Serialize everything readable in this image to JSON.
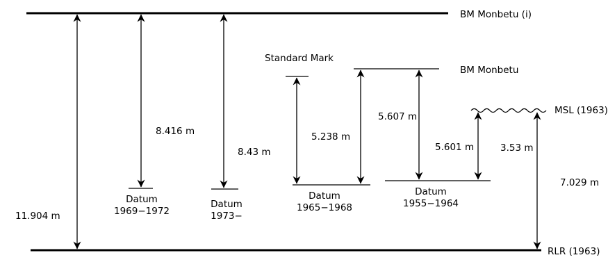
{
  "references": {
    "bm_monbetu_i": "BM Monbetu (i)",
    "bm_monbetu": "BM Monbetu",
    "standard_mark": "Standard Mark",
    "msl": "MSL (1963)",
    "rlr": "RLR (1963)"
  },
  "datums": {
    "d1969": {
      "line1": "Datum",
      "line2": "1969−1972"
    },
    "d1973": {
      "line1": "Datum",
      "line2": "1973−"
    },
    "d1965": {
      "line1": "Datum",
      "line2": "1965−1968"
    },
    "d1955": {
      "line1": "Datum",
      "line2": "1955−1964"
    }
  },
  "measurements": {
    "bm_i_to_rlr": "11.904 m",
    "bm_i_to_d1969": "8.416 m",
    "bm_i_to_d1973": "8.43 m",
    "std_to_d1965": "5.238 m",
    "bm_to_d1965": "5.607 m",
    "bm_to_d1955": "5.601 m",
    "msl_to_d1955": "3.53 m",
    "msl_to_rlr": "7.029 m"
  }
}
